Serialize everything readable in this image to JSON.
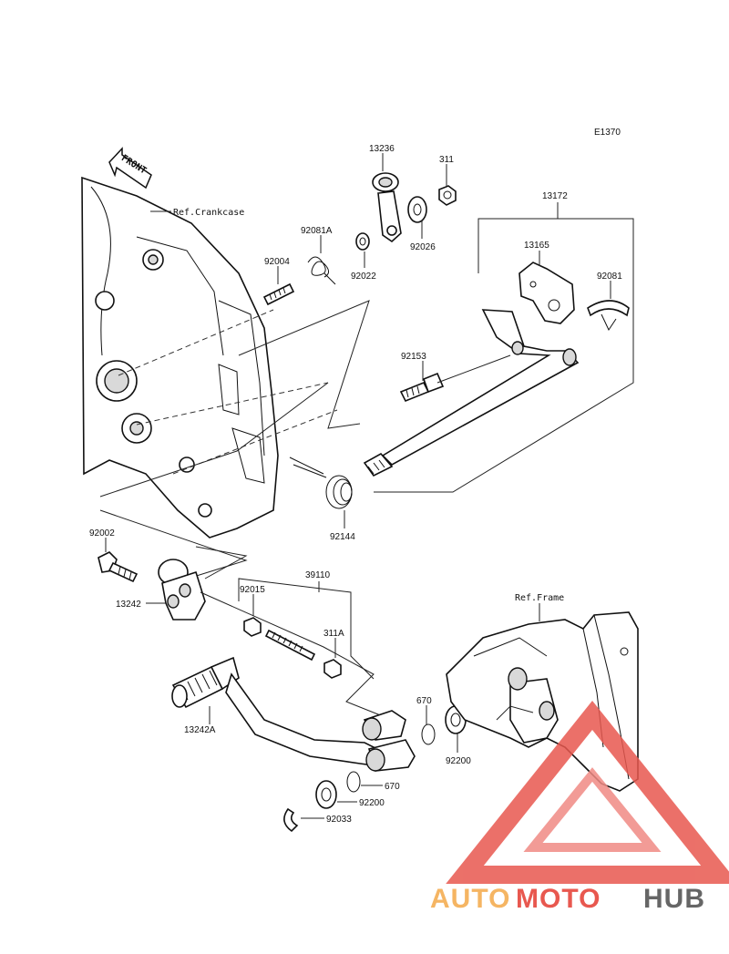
{
  "diagram": {
    "code": "E1370",
    "front_label": "FRONT",
    "references": {
      "crankcase": "Ref.Crankcase",
      "frame": "Ref.Frame"
    },
    "parts": {
      "p13236": "13236",
      "p311": "311",
      "p13172": "13172",
      "p13165": "13165",
      "p92081": "92081",
      "p92081A": "92081A",
      "p92004": "92004",
      "p92022": "92022",
      "p92026": "92026",
      "p92153": "92153",
      "p92144": "92144",
      "p92002": "92002",
      "p13242": "13242",
      "p39110": "39110",
      "p92015": "92015",
      "p311A": "311A",
      "p13242A": "13242A",
      "p670a": "670",
      "p670b": "670",
      "p92200a": "92200",
      "p92200b": "92200",
      "p92033": "92033"
    }
  },
  "watermark": {
    "part1": "AUTO",
    "part2": "MOTO",
    "part3": "HUB",
    "colors": {
      "orange": "#f5b563",
      "red": "#e8584f",
      "gray": "#666666"
    }
  }
}
